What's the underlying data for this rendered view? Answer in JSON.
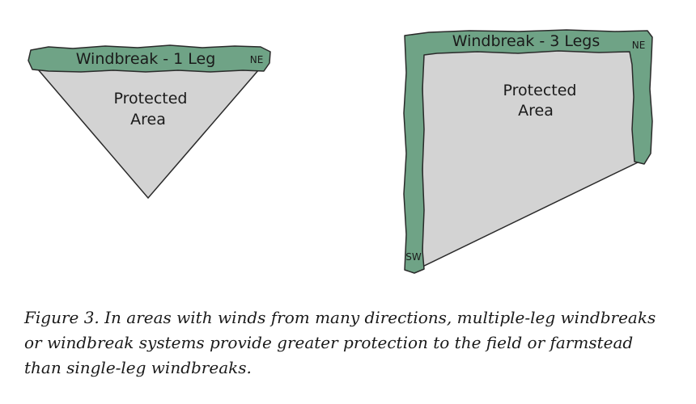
{
  "diagram": {
    "left": {
      "title": "Windbreak - 1 Leg",
      "direction": "NE",
      "area_line1": "Protected",
      "area_line2": "Area"
    },
    "right": {
      "title": "Windbreak - 3 Legs",
      "direction_top": "NE",
      "direction_bottom": "SW",
      "area_line1": "Protected",
      "area_line2": "Area"
    },
    "colors": {
      "windbreak": "#6fa386",
      "windbreak_edge": "#2a2a2a",
      "protected_area": "#d3d3d3"
    }
  },
  "caption": "Figure 3. In areas with winds from many directions, multiple-leg windbreaks or windbreak systems provide greater protection to the field or farmstead than single-leg windbreaks."
}
